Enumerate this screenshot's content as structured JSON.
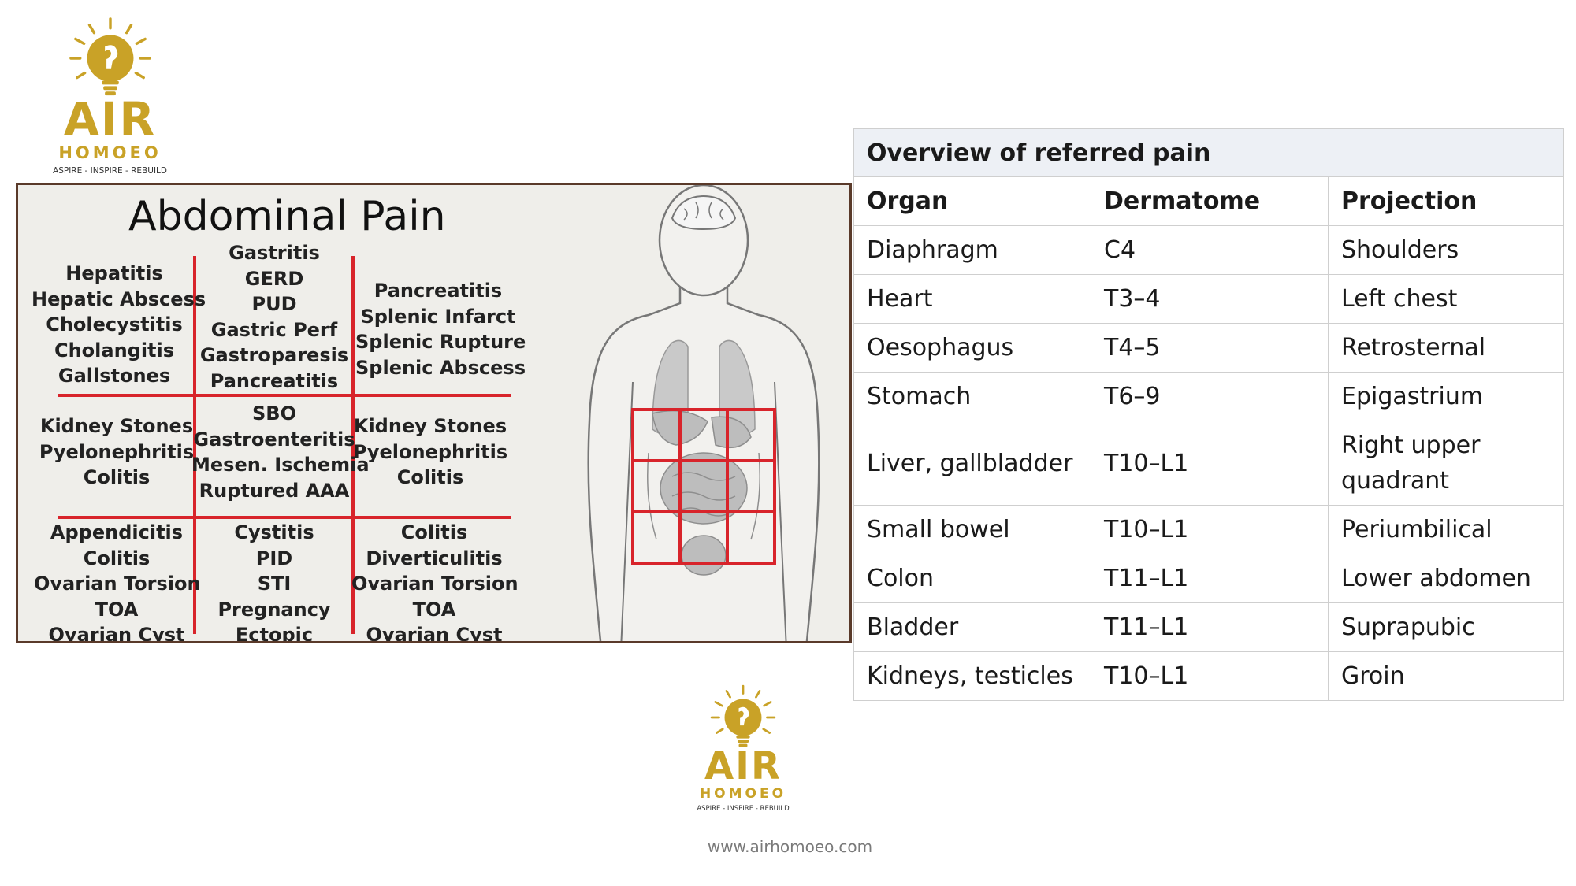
{
  "logo": {
    "brand": "AIR",
    "sub": "HOMOEO",
    "tagline": "ASPIRE - INSPIRE - REBUILD",
    "color": "#c9a227"
  },
  "website": "www.airhomoeo.com",
  "abdominal_panel": {
    "title": "Abdominal Pain",
    "cells": {
      "ruq": [
        "Hepatitis",
        "Hepatic Abscess",
        "Cholecystitis",
        "Cholangitis",
        "Gallstones"
      ],
      "epigastric": [
        "Gastritis",
        "GERD",
        "PUD",
        "Gastric Perf",
        "Gastroparesis",
        "Pancreatitis"
      ],
      "luq": [
        "Pancreatitis",
        "Splenic Infarct",
        "Splenic Rupture",
        "Splenic Abscess"
      ],
      "right_flank": [
        "Kidney Stones",
        "Pyelonephritis",
        "Colitis"
      ],
      "umbilical": [
        "SBO",
        "Gastroenteritis",
        "Mesen. Ischemia",
        "Ruptured AAA"
      ],
      "left_flank": [
        "Kidney Stones",
        "Pyelonephritis",
        "Colitis"
      ],
      "rlq": [
        "Appendicitis",
        "Colitis",
        "Ovarian Torsion",
        "TOA",
        "Ovarian Cyst"
      ],
      "suprapubic": [
        "Cystitis",
        "PID",
        "STI",
        "Pregnancy",
        "Ectopic"
      ],
      "llq": [
        "Colitis",
        "Diverticulitis",
        "Ovarian Torsion",
        "TOA",
        "Ovarian Cyst"
      ]
    },
    "grid_color": "#d8242b"
  },
  "referred_pain": {
    "caption": "Overview of referred pain",
    "headers": [
      "Organ",
      "Dermatome",
      "Projection"
    ],
    "rows": [
      [
        "Diaphragm",
        "C4",
        "Shoulders"
      ],
      [
        "Heart",
        "T3–4",
        "Left chest"
      ],
      [
        "Oesophagus",
        "T4–5",
        "Retrosternal"
      ],
      [
        "Stomach",
        "T6–9",
        "Epigastrium"
      ],
      [
        "Liver, gallbladder",
        "T10–L1",
        "Right upper quadrant"
      ],
      [
        "Small bowel",
        "T10–L1",
        "Periumbilical"
      ],
      [
        "Colon",
        "T11–L1",
        "Lower abdomen"
      ],
      [
        "Bladder",
        "T11–L1",
        "Suprapubic"
      ],
      [
        "Kidneys, testicles",
        "T10–L1",
        "Groin"
      ]
    ]
  }
}
